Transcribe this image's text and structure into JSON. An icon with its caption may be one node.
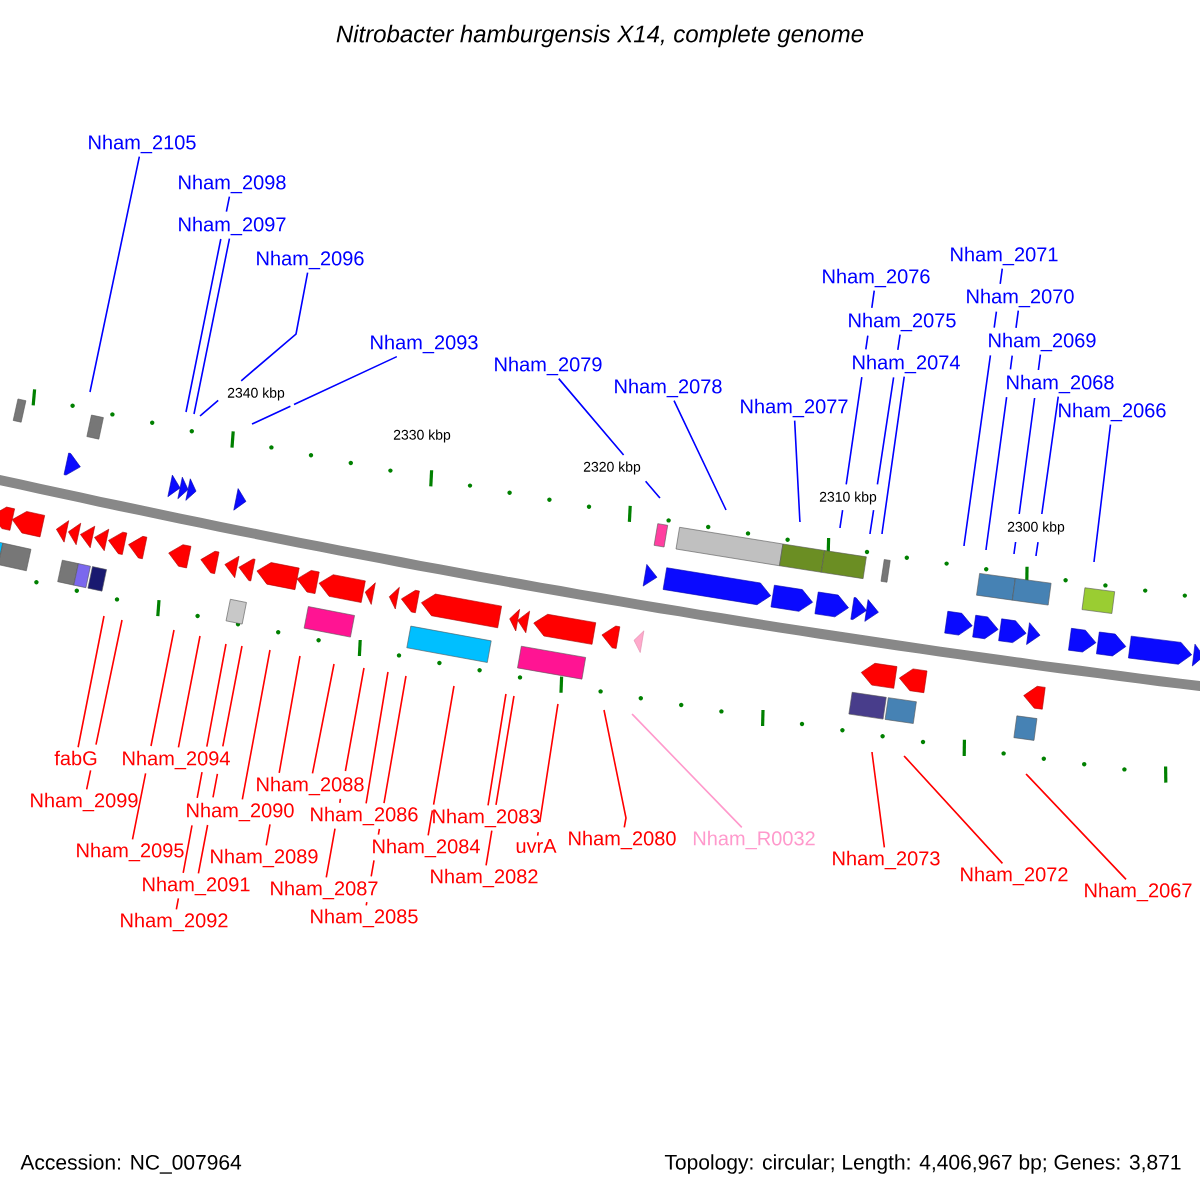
{
  "diagram": {
    "title": "Nitrobacter hamburgensis X14, complete genome",
    "nodes": [
      {
        "text": [
          "Nham_2105"
        ]
      },
      {
        "text": [
          "Nham_2098"
        ]
      },
      {
        "text": [
          "Nham_2097"
        ]
      },
      {
        "text": [
          "Nham_2096"
        ]
      },
      {
        "text": [
          "Nham_2093"
        ]
      },
      {
        "text": [
          "Nham_2079"
        ]
      },
      {
        "text": [
          "Nham_2078"
        ]
      },
      {
        "text": [
          "Nham_2077"
        ]
      },
      {
        "text": [
          "Nham_2076"
        ]
      },
      {
        "text": [
          "Nham_2075"
        ]
      },
      {
        "text": [
          "Nham_2074"
        ]
      },
      {
        "text": [
          "Nham_2071"
        ]
      },
      {
        "text": [
          "Nham_2070"
        ]
      },
      {
        "text": [
          "Nham_2069"
        ]
      },
      {
        "text": [
          "Nham_2068"
        ]
      },
      {
        "text": [
          "Nham_2066"
        ]
      },
      {
        "text": [
          "fabG"
        ]
      },
      {
        "text": [
          "Nham_2099"
        ]
      },
      {
        "text": [
          "Nham_2095"
        ]
      },
      {
        "text": [
          "Nham_2094"
        ]
      },
      {
        "text": [
          "Nham_2092"
        ]
      },
      {
        "text": [
          "Nham_2091"
        ]
      },
      {
        "text": [
          "Nham_2090"
        ]
      },
      {
        "text": [
          "Nham_2089"
        ]
      },
      {
        "text": [
          "Nham_2088"
        ]
      },
      {
        "text": [
          "Nham_2087"
        ]
      },
      {
        "text": [
          "Nham_2086"
        ]
      },
      {
        "text": [
          "Nham_2085"
        ]
      },
      {
        "text": [
          "Nham_2084"
        ]
      },
      {
        "text": [
          "Nham_2083"
        ]
      },
      {
        "text": [
          "Nham_2082"
        ]
      },
      {
        "text": [
          "uvrA"
        ]
      },
      {
        "text": [
          "Nham_2080"
        ]
      },
      {
        "text": [
          "Nham_R0032"
        ]
      },
      {
        "text": [
          "Nham_2073"
        ]
      },
      {
        "text": [
          "Nham_2072"
        ]
      },
      {
        "text": [
          "Nham_2067"
        ]
      }
    ],
    "edges": [
      {
        "from": 0,
        "to": null,
        "arrow": "none",
        "color": "#0000ff"
      },
      {
        "from": 1,
        "to": null,
        "arrow": "none",
        "color": "#0000ff"
      },
      {
        "from": 2,
        "to": null,
        "arrow": "none",
        "color": "#0000ff"
      },
      {
        "from": 3,
        "to": null,
        "arrow": "none",
        "color": "#0000ff"
      },
      {
        "from": 4,
        "to": null,
        "arrow": "none",
        "color": "#0000ff"
      },
      {
        "from": 5,
        "to": null,
        "arrow": "none",
        "color": "#0000ff"
      },
      {
        "from": 6,
        "to": null,
        "arrow": "none",
        "color": "#0000ff"
      },
      {
        "from": 7,
        "to": null,
        "arrow": "none",
        "color": "#0000ff"
      },
      {
        "from": 8,
        "to": null,
        "arrow": "none",
        "color": "#0000ff"
      },
      {
        "from": 9,
        "to": null,
        "arrow": "none",
        "color": "#0000ff"
      },
      {
        "from": 10,
        "to": null,
        "arrow": "none",
        "color": "#0000ff"
      },
      {
        "from": 11,
        "to": null,
        "arrow": "none",
        "color": "#0000ff"
      },
      {
        "from": 12,
        "to": null,
        "arrow": "none",
        "color": "#0000ff"
      },
      {
        "from": 13,
        "to": null,
        "arrow": "none",
        "color": "#0000ff"
      },
      {
        "from": 14,
        "to": null,
        "arrow": "none",
        "color": "#0000ff"
      },
      {
        "from": 15,
        "to": null,
        "arrow": "none",
        "color": "#0000ff"
      },
      {
        "from": 16,
        "to": null,
        "arrow": "none"
      },
      {
        "from": 17,
        "to": null,
        "arrow": "none"
      },
      {
        "from": 18,
        "to": null,
        "arrow": "none"
      },
      {
        "from": 19,
        "to": null,
        "arrow": "none"
      },
      {
        "from": 20,
        "to": null,
        "arrow": "none"
      },
      {
        "from": 21,
        "to": null,
        "arrow": "none"
      },
      {
        "from": 22,
        "to": null,
        "arrow": "none"
      },
      {
        "from": 23,
        "to": null,
        "arrow": "none"
      },
      {
        "from": 24,
        "to": null,
        "arrow": "none"
      },
      {
        "from": 25,
        "to": null,
        "arrow": "none"
      },
      {
        "from": 26,
        "to": null,
        "arrow": "none"
      },
      {
        "from": 27,
        "to": null,
        "arrow": "none"
      },
      {
        "from": 28,
        "to": null,
        "arrow": "none"
      },
      {
        "from": 29,
        "to": null,
        "arrow": "none"
      },
      {
        "from": 30,
        "to": null,
        "arrow": "none"
      },
      {
        "from": 31,
        "to": null,
        "arrow": "none"
      },
      {
        "from": 32,
        "to": null,
        "arrow": "none"
      },
      {
        "from": 33,
        "to": null,
        "arrow": "none",
        "color": "#ff99cc"
      },
      {
        "from": 34,
        "to": null,
        "arrow": "none"
      },
      {
        "from": 35,
        "to": null,
        "arrow": "none"
      },
      {
        "from": 36,
        "to": null,
        "arrow": "none"
      }
    ],
    "labels": [
      "2340 kbp",
      "2330 kbp",
      "2320 kbp",
      "2310 kbp",
      "2300 kbp",
      "Accession: NC_007964",
      "Topology: circular; Length: 4,406,967 bp; Genes: 3,871"
    ]
  }
}
